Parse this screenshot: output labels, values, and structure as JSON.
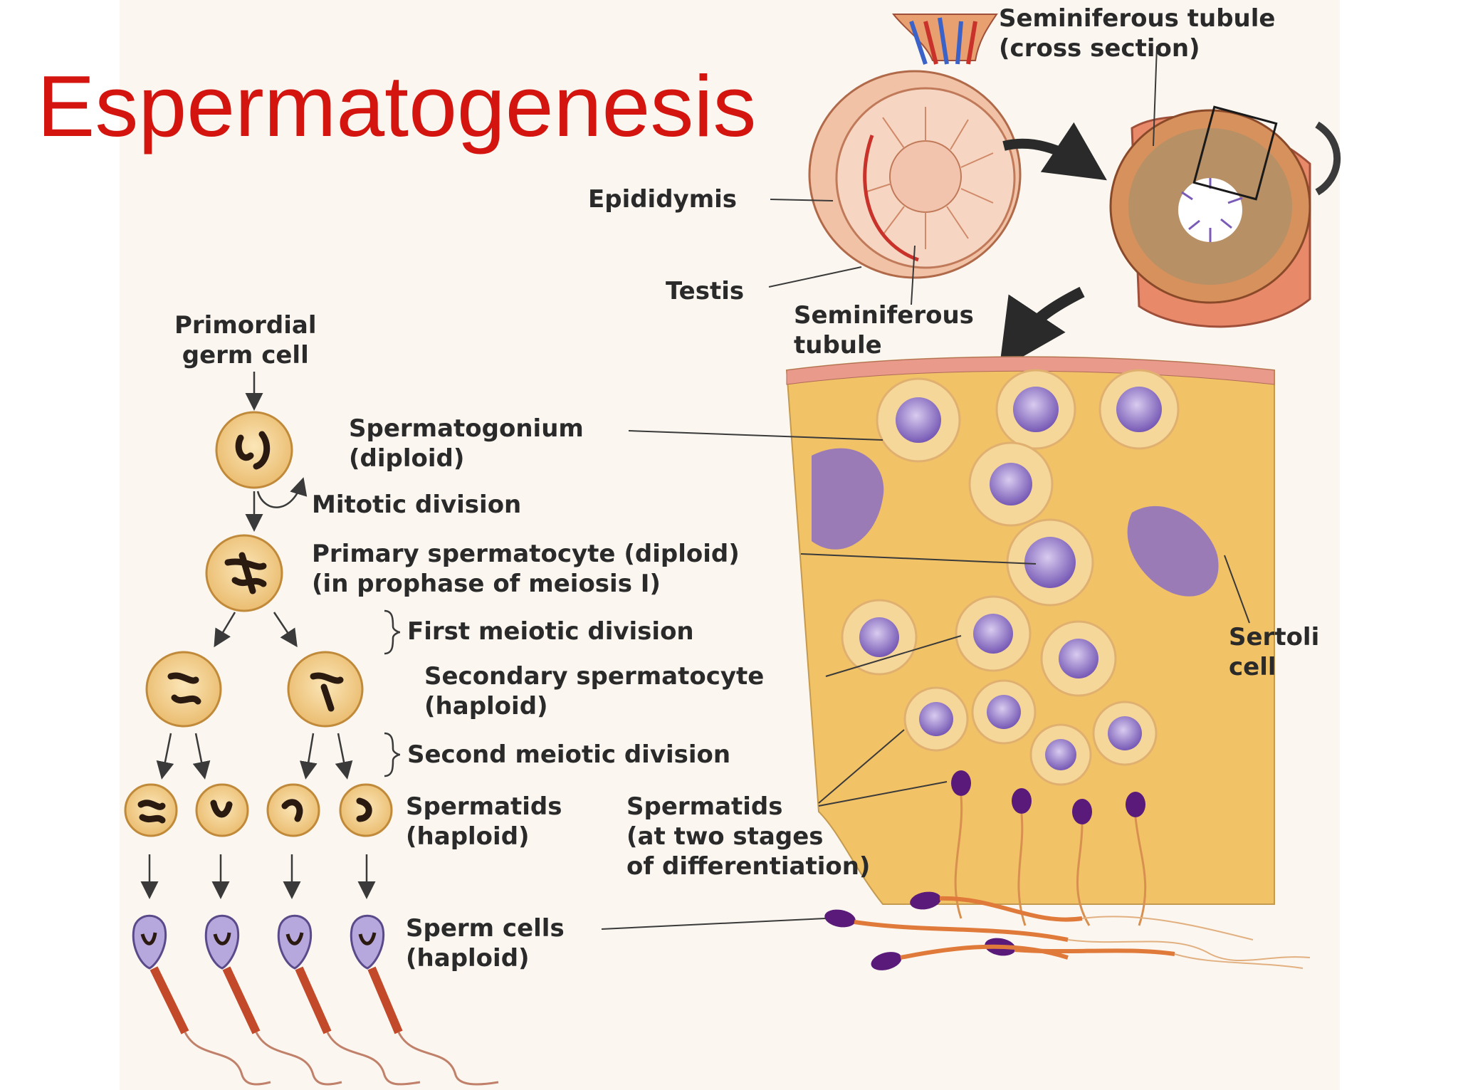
{
  "title": "Espermatogenesis",
  "labels": {
    "seminiferous_tubule_cross": [
      "Seminiferous tubule",
      "(cross section)"
    ],
    "epididymis": "Epididymis",
    "testis": "Testis",
    "seminiferous_tubule": [
      "Seminiferous",
      "tubule"
    ],
    "primordial_germ_cell": [
      "Primordial",
      "germ cell"
    ],
    "spermatogonium": [
      "Spermatogonium",
      "(diploid)"
    ],
    "mitotic_division": "Mitotic division",
    "primary_spermatocyte": [
      "Primary spermatocyte (diploid)",
      "(in prophase of meiosis I)"
    ],
    "first_meiotic_division": "First meiotic division",
    "secondary_spermatocyte": [
      "Secondary spermatocyte",
      "(haploid)"
    ],
    "sertoli_cell": [
      "Sertoli",
      "cell"
    ],
    "second_meiotic_division": "Second meiotic division",
    "spermatids_left": [
      "Spermatids",
      "(haploid)"
    ],
    "spermatids_right": [
      "Spermatids",
      "(at two stages",
      "of differentiation)"
    ],
    "sperm_cells": [
      "Sperm cells",
      "(haploid)"
    ]
  },
  "colors": {
    "title": "#d4140f",
    "tissue": "#f2c266",
    "cell_body": "#f6d79a",
    "nucleus": "#8c6fc4",
    "chromosome": "#2b1a10",
    "sperm_head": "#5a1a7a",
    "flagellum": "#e07a3a"
  }
}
